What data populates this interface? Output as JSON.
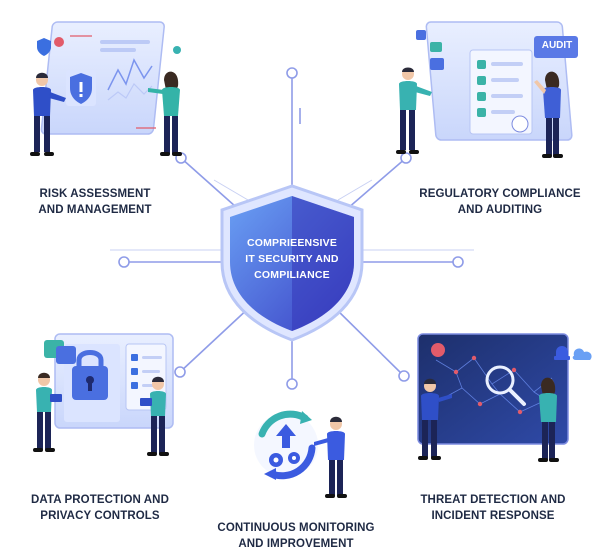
{
  "center": {
    "lines": [
      "COMPRIEENSIVE",
      "IT SECURITY AND",
      "COMPILIANCE"
    ]
  },
  "nodes": {
    "risk": {
      "lines": [
        "RISK ASSESSMENT",
        "AND MANAGEMENT"
      ]
    },
    "regulatory": {
      "lines": [
        "REGULATORY COMPLIANCE",
        "AND AUDITING"
      ],
      "badge": "AUDIT"
    },
    "data": {
      "lines": [
        "DATA PROTECTION AND",
        "PRIVACY CONTROLS"
      ]
    },
    "threat": {
      "lines": [
        "THREAT DETECTION AND",
        "INCIDENT RESPONSE"
      ]
    },
    "monitoring": {
      "lines": [
        "CONTINUOUS MONITORING",
        "AND IMPROVEMENT"
      ]
    }
  },
  "colors": {
    "shield_light": "#5b8ff0",
    "shield_dark": "#3b3fc6",
    "connector": "#7f8fe6",
    "text": "#1f2a44",
    "accent_teal": "#33b3b3"
  }
}
